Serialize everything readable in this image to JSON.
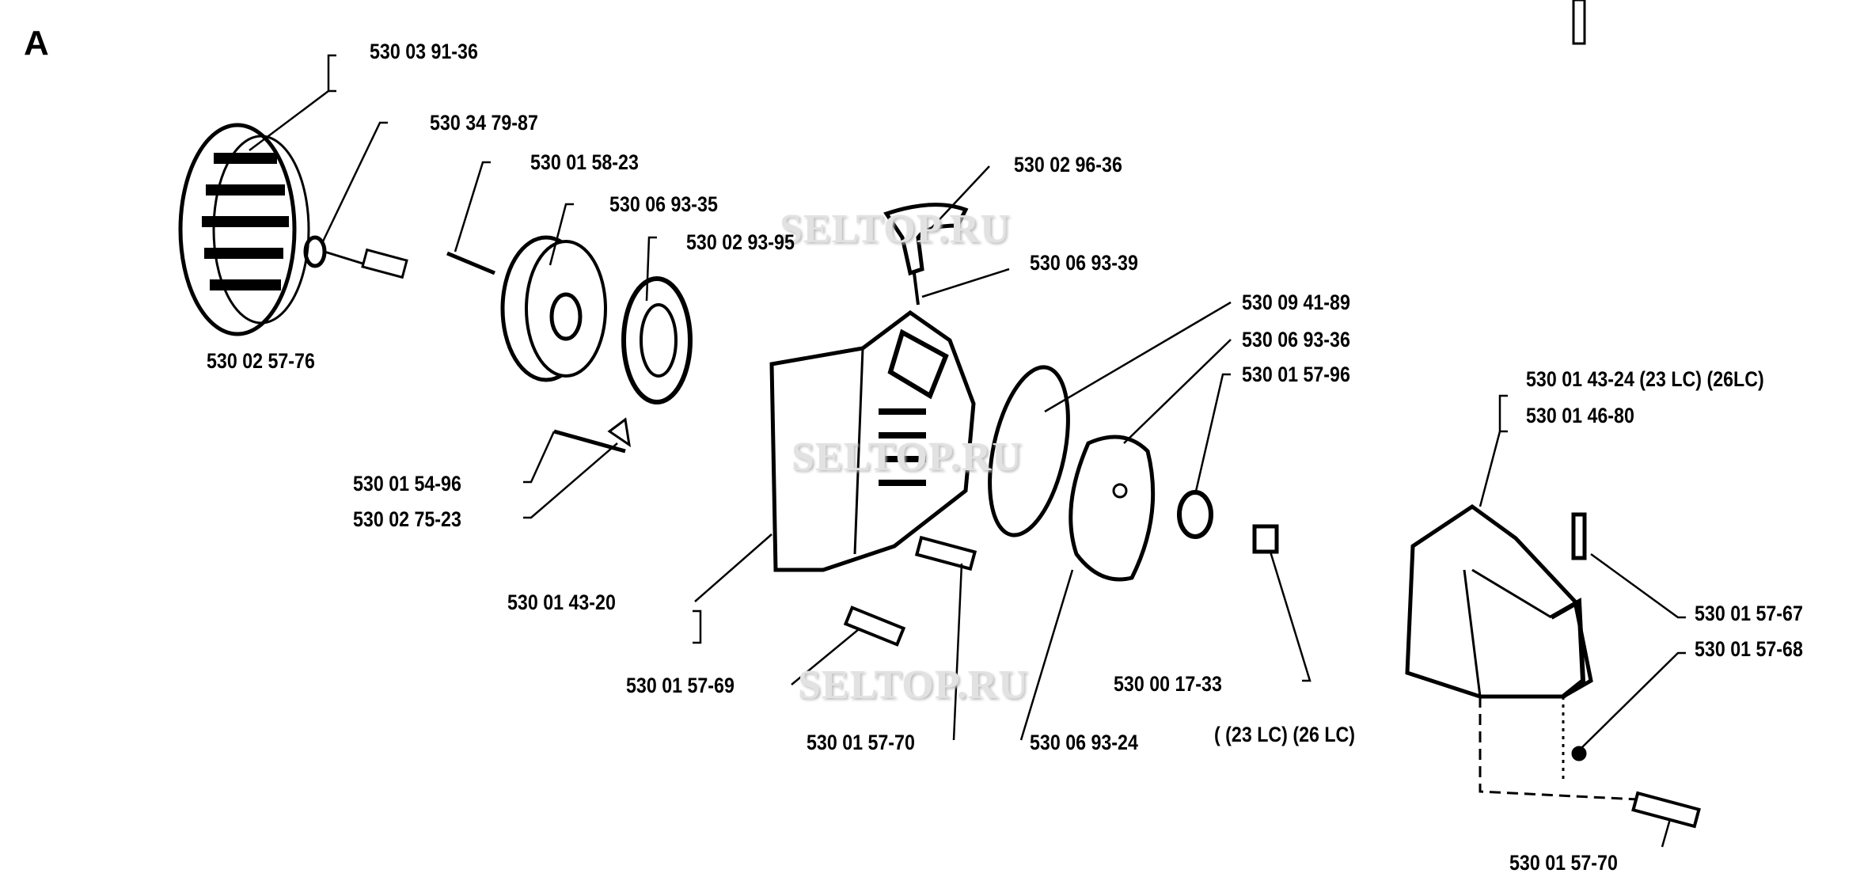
{
  "section_label": "A",
  "watermark": "SELTOP.RU",
  "part_labels": {
    "flywheel": "530 03 91-36",
    "washer": "530 34 79-87",
    "screw_pulley": "530 01 58-23",
    "pulley": "530 06 93-35",
    "spring": "530 02 93-95",
    "handle": "530 02 96-36",
    "rope": "530 06 93-39",
    "plate": "530 09 41-89",
    "clutch_carrier": "530 06 93-36",
    "bearing": "530 01 57-96",
    "cover_a": "530 01 43-24 (23 LC) (26LC)",
    "cover_b": "530 01 46-80",
    "pin": "530 02 57-76",
    "screw_pawl": "530 01 54-96",
    "pawl": "530 02 75-23",
    "starter_housing": "530 01 43-20",
    "screw_69": "530 01 57-69",
    "nut": "530 00 17-33",
    "screw_67": "530 01 57-67",
    "nut_68": "530 01 57-68",
    "screw_70_a": "530 01 57-70",
    "clutch": "530 06 93-24",
    "model_note": "( (23 LC) (26 LC)",
    "screw_70_b": "530 01 57-70"
  }
}
